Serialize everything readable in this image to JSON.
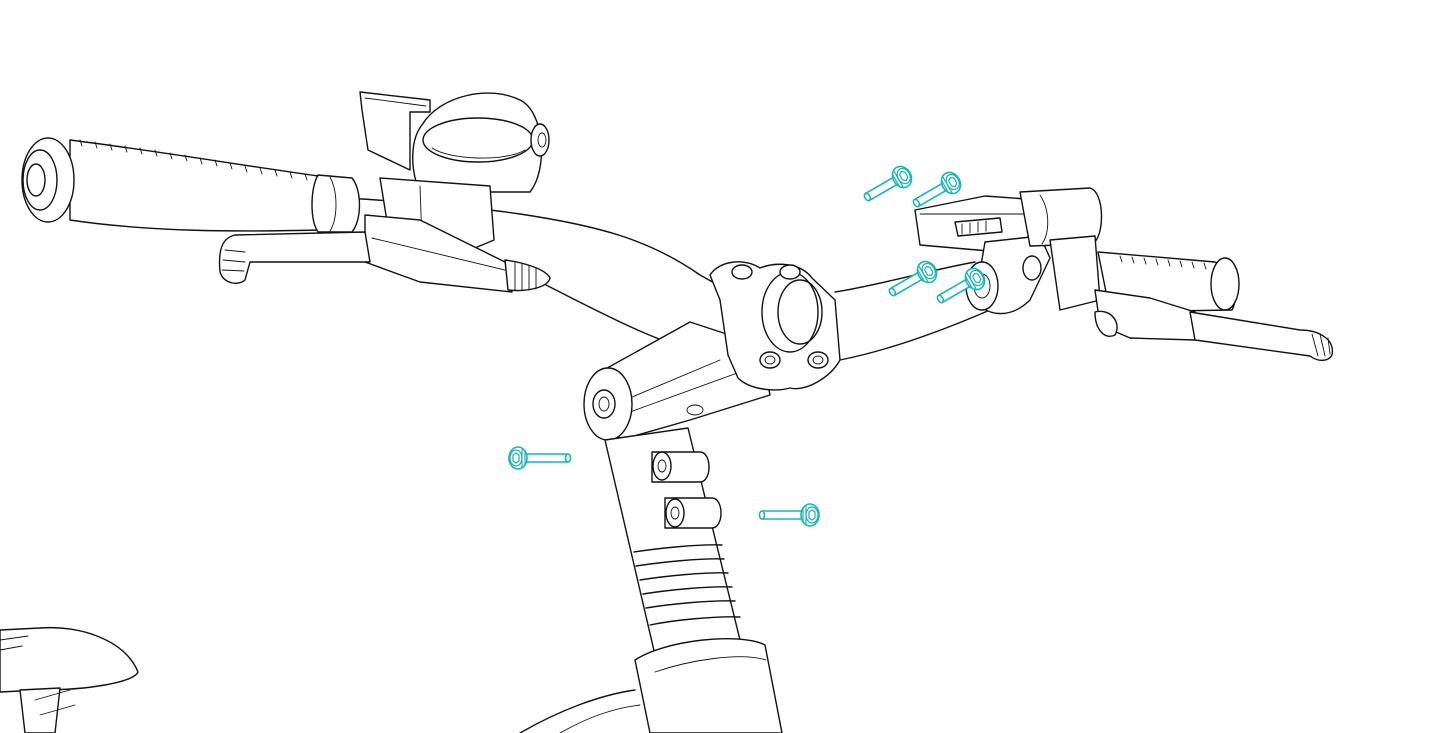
{
  "diagram": {
    "view": "handlebar-stem-assembly",
    "line_color": "#111111",
    "background_color": "#ffffff",
    "fastener_color": "#19b3b8",
    "fastener_count": 6,
    "parts": [
      "left-grip",
      "left-brake-lever",
      "bell",
      "handlebar",
      "stem",
      "stem-faceplate",
      "display-unit",
      "right-grip",
      "right-brake-lever",
      "steerer-tube",
      "headset-spacers",
      "saddle"
    ]
  }
}
